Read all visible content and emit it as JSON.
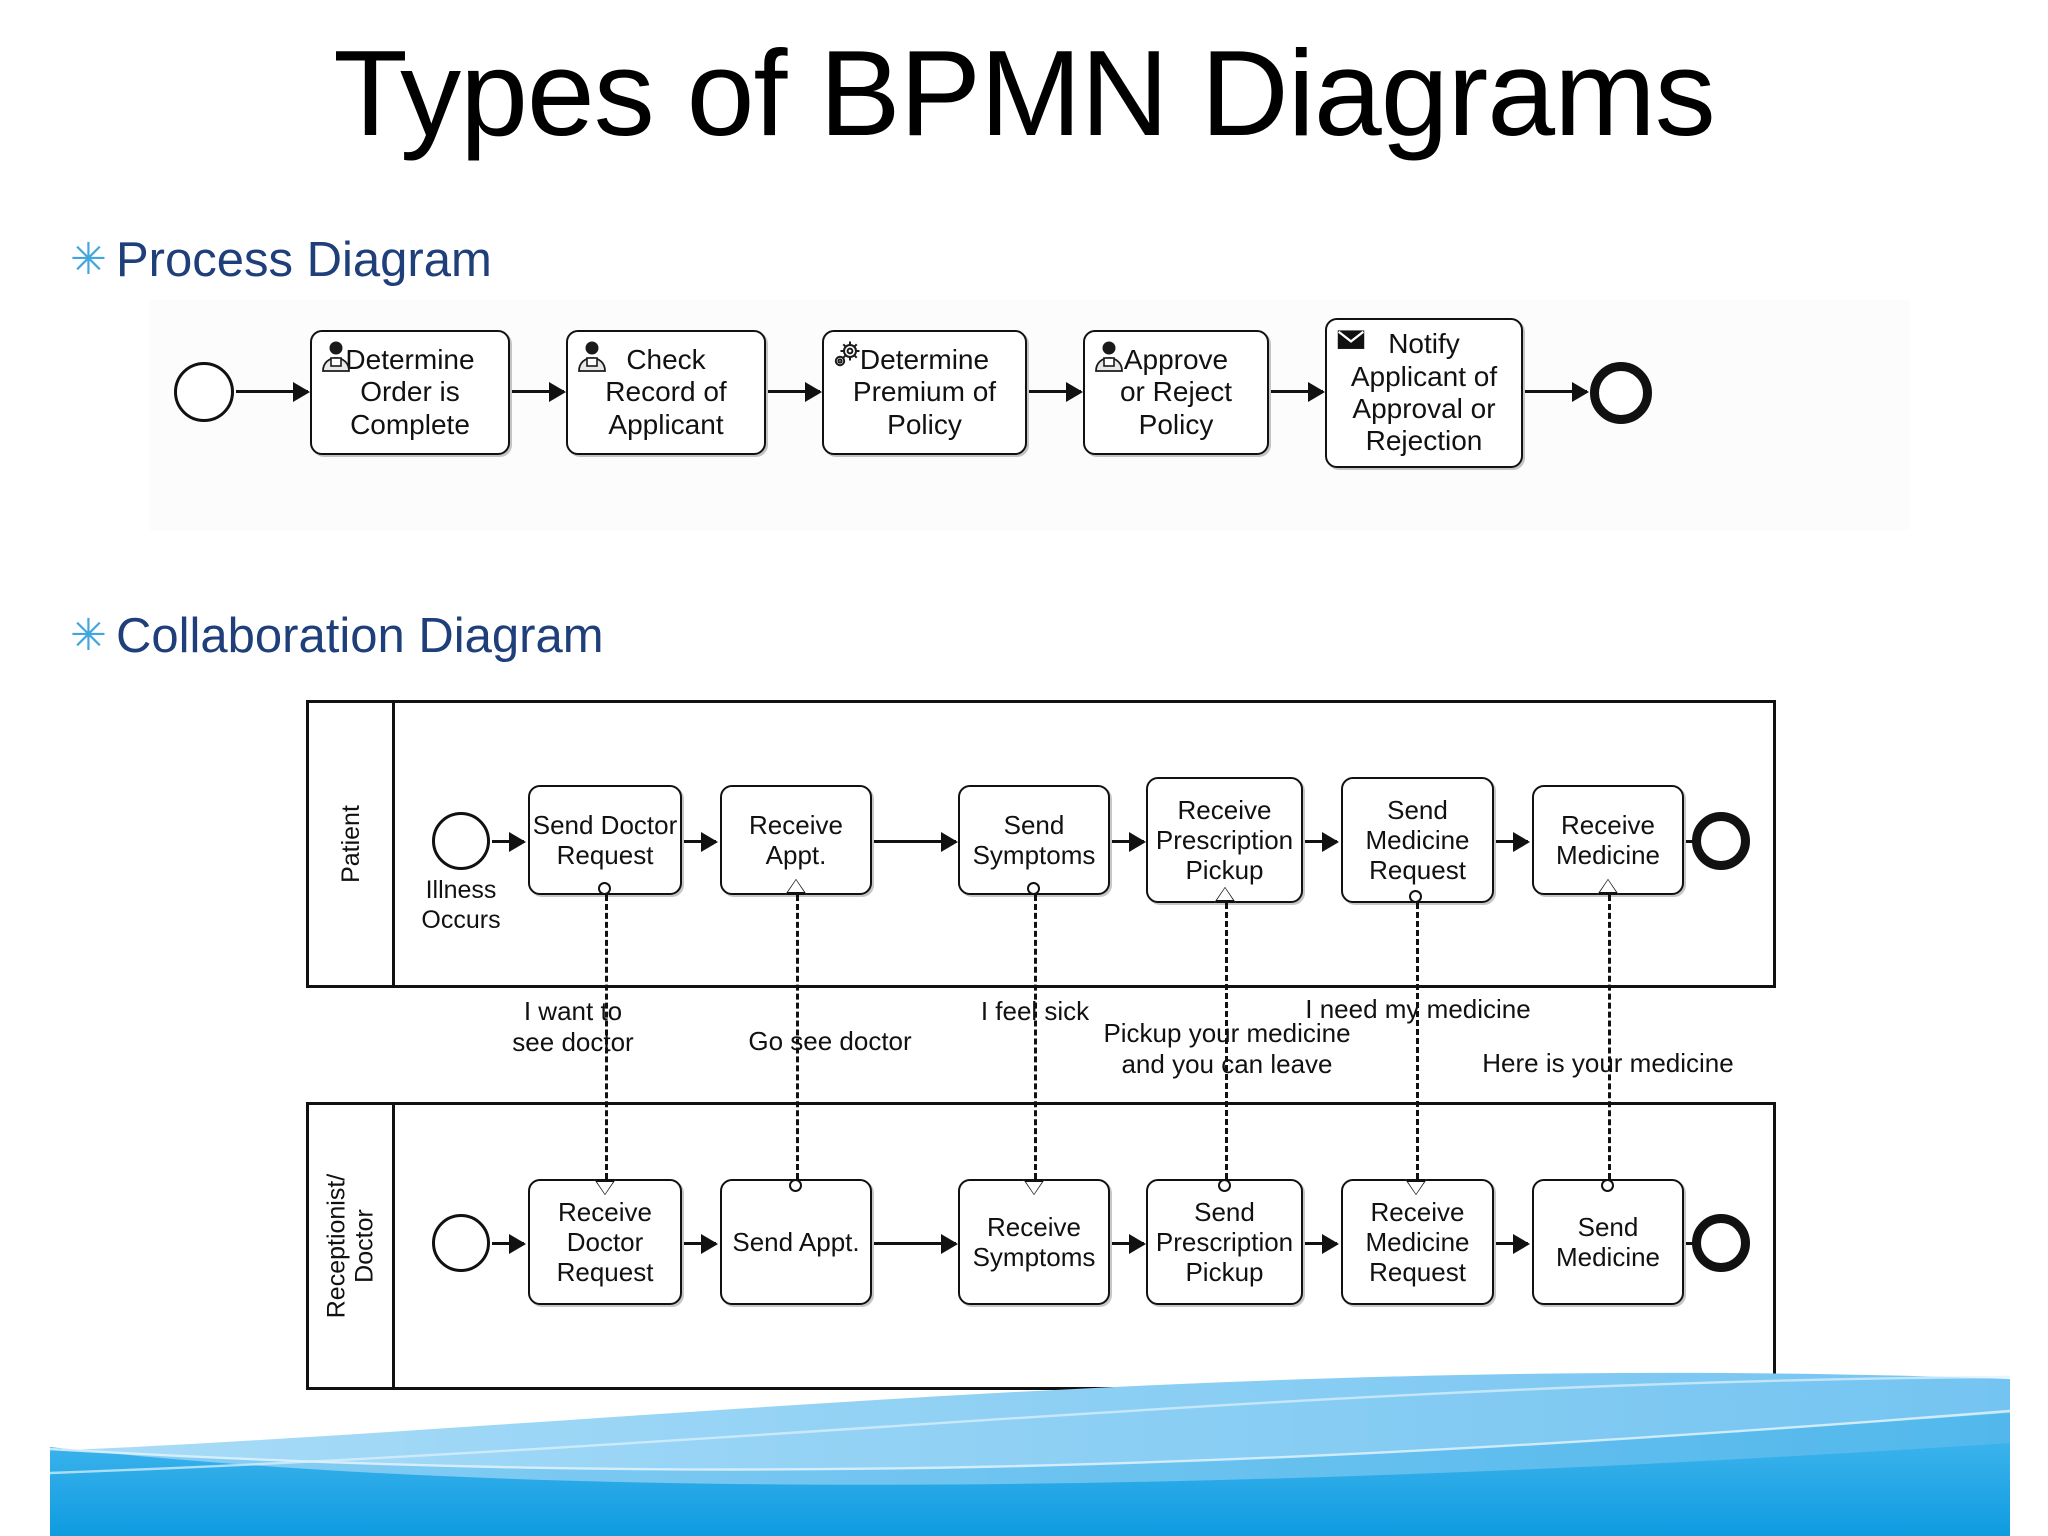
{
  "slide": {
    "title": "Types of BPMN Diagrams",
    "bullet_glyph": "✳",
    "accent_bullet_color": "#41A6DE",
    "heading_color": "#1F3F7A",
    "wave_colors": {
      "deep": "#1EA2E4",
      "mid": "#45B3EA",
      "light": "#7FCBF2",
      "pale": "#A5DAF6"
    }
  },
  "sections": [
    {
      "id": "process",
      "heading": "Process Diagram"
    },
    {
      "id": "collaboration",
      "heading": "Collaboration Diagram"
    }
  ],
  "process_diagram": {
    "start_event": {
      "name": "start-event",
      "type": "start"
    },
    "end_event": {
      "name": "end-event",
      "type": "end"
    },
    "tasks": [
      {
        "label": "Determine\nOrder is\nComplete",
        "marker": "user-task-icon"
      },
      {
        "label": "Check\nRecord of\nApplicant",
        "marker": "user-task-icon"
      },
      {
        "label": "Determine\nPremium of\nPolicy",
        "marker": "service-task-icon"
      },
      {
        "label": "Approve\nor Reject\nPolicy",
        "marker": "user-task-icon"
      },
      {
        "label": "Notify\nApplicant of\nApproval or\nRejection",
        "marker": "send-task-icon"
      }
    ]
  },
  "collaboration_diagram": {
    "pools": [
      {
        "name": "patient-pool",
        "label": "Patient",
        "start_event_caption": "Illness\nOccurs",
        "tasks": [
          "Send Doctor\nRequest",
          "Receive\nAppt.",
          "Send\nSymptoms",
          "Receive\nPrescription\nPickup",
          "Send\nMedicine\nRequest",
          "Receive\nMedicine"
        ]
      },
      {
        "name": "receptionist-doctor-pool",
        "label": "Receptionist/\nDoctor",
        "start_event_caption": "",
        "tasks": [
          "Receive\nDoctor\nRequest",
          "Send Appt.",
          "Receive\nSymptoms",
          "Send\nPrescription\nPickup",
          "Receive\nMedicine\nRequest",
          "Send\nMedicine"
        ]
      }
    ],
    "message_flows": [
      {
        "label": "I want to\nsee doctor",
        "direction": "down"
      },
      {
        "label": "Go see doctor",
        "direction": "up"
      },
      {
        "label": "I feel sick",
        "direction": "down"
      },
      {
        "label": "Pickup your medicine\nand you can leave",
        "direction": "up"
      },
      {
        "label": "I need my medicine",
        "direction": "down"
      },
      {
        "label": "Here is your medicine",
        "direction": "up"
      }
    ]
  }
}
